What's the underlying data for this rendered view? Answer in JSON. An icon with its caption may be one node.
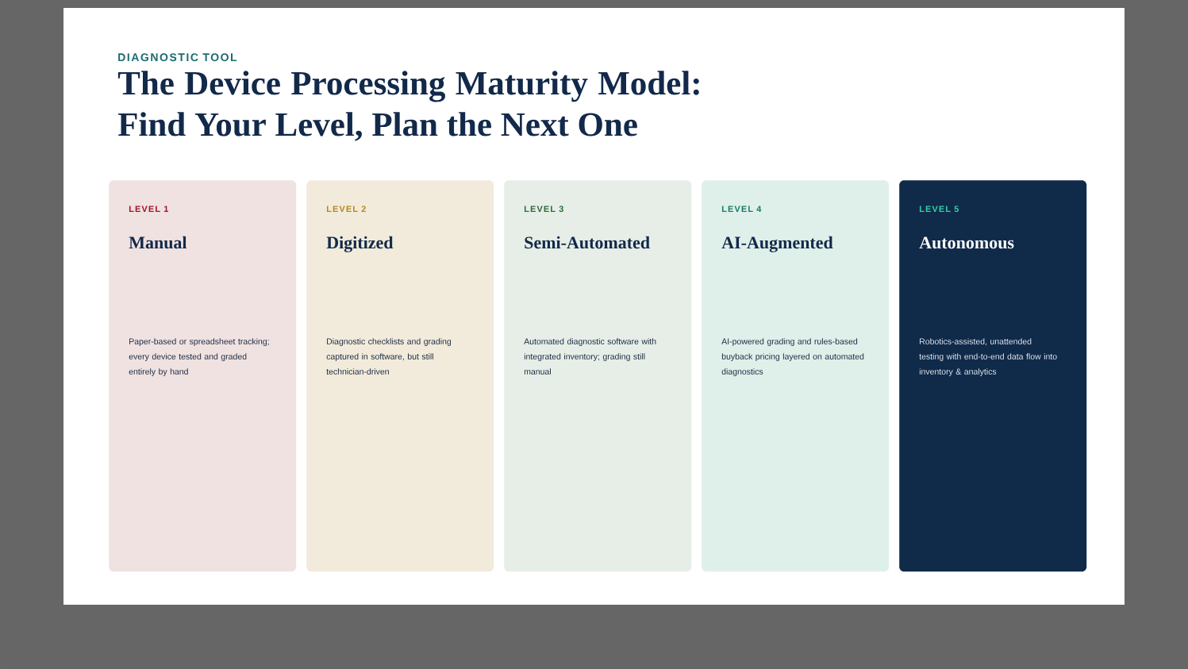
{
  "diagram": {
    "title": "The Device Processing Maturity Model: Find Your Level, Plan the Next One",
    "nodes": [
      {
        "text": [
          "LEVEL 1",
          "Manual",
          "Paper-based or spreadsheet tracking; every device tested and graded entirely by hand"
        ]
      },
      {
        "text": [
          "LEVEL 2",
          "Digitized",
          "Diagnostic checklists and grading captured in software, but still technician-driven"
        ]
      },
      {
        "text": [
          "LEVEL 3",
          "Semi-Automated",
          "Automated diagnostic software with integrated inventory; grading still manual"
        ]
      },
      {
        "text": [
          "LEVEL 4",
          "AI-Augmented",
          "AI-powered grading and rules-based buyback pricing layered on automated diagnostics"
        ]
      },
      {
        "text": [
          "LEVEL 5",
          "Autonomous",
          "Robotics-assisted, unattended testing with end-to-end data flow into inventory & analytics"
        ]
      }
    ],
    "labels": [
      "DIAGNOSTIC TOOL"
    ]
  }
}
